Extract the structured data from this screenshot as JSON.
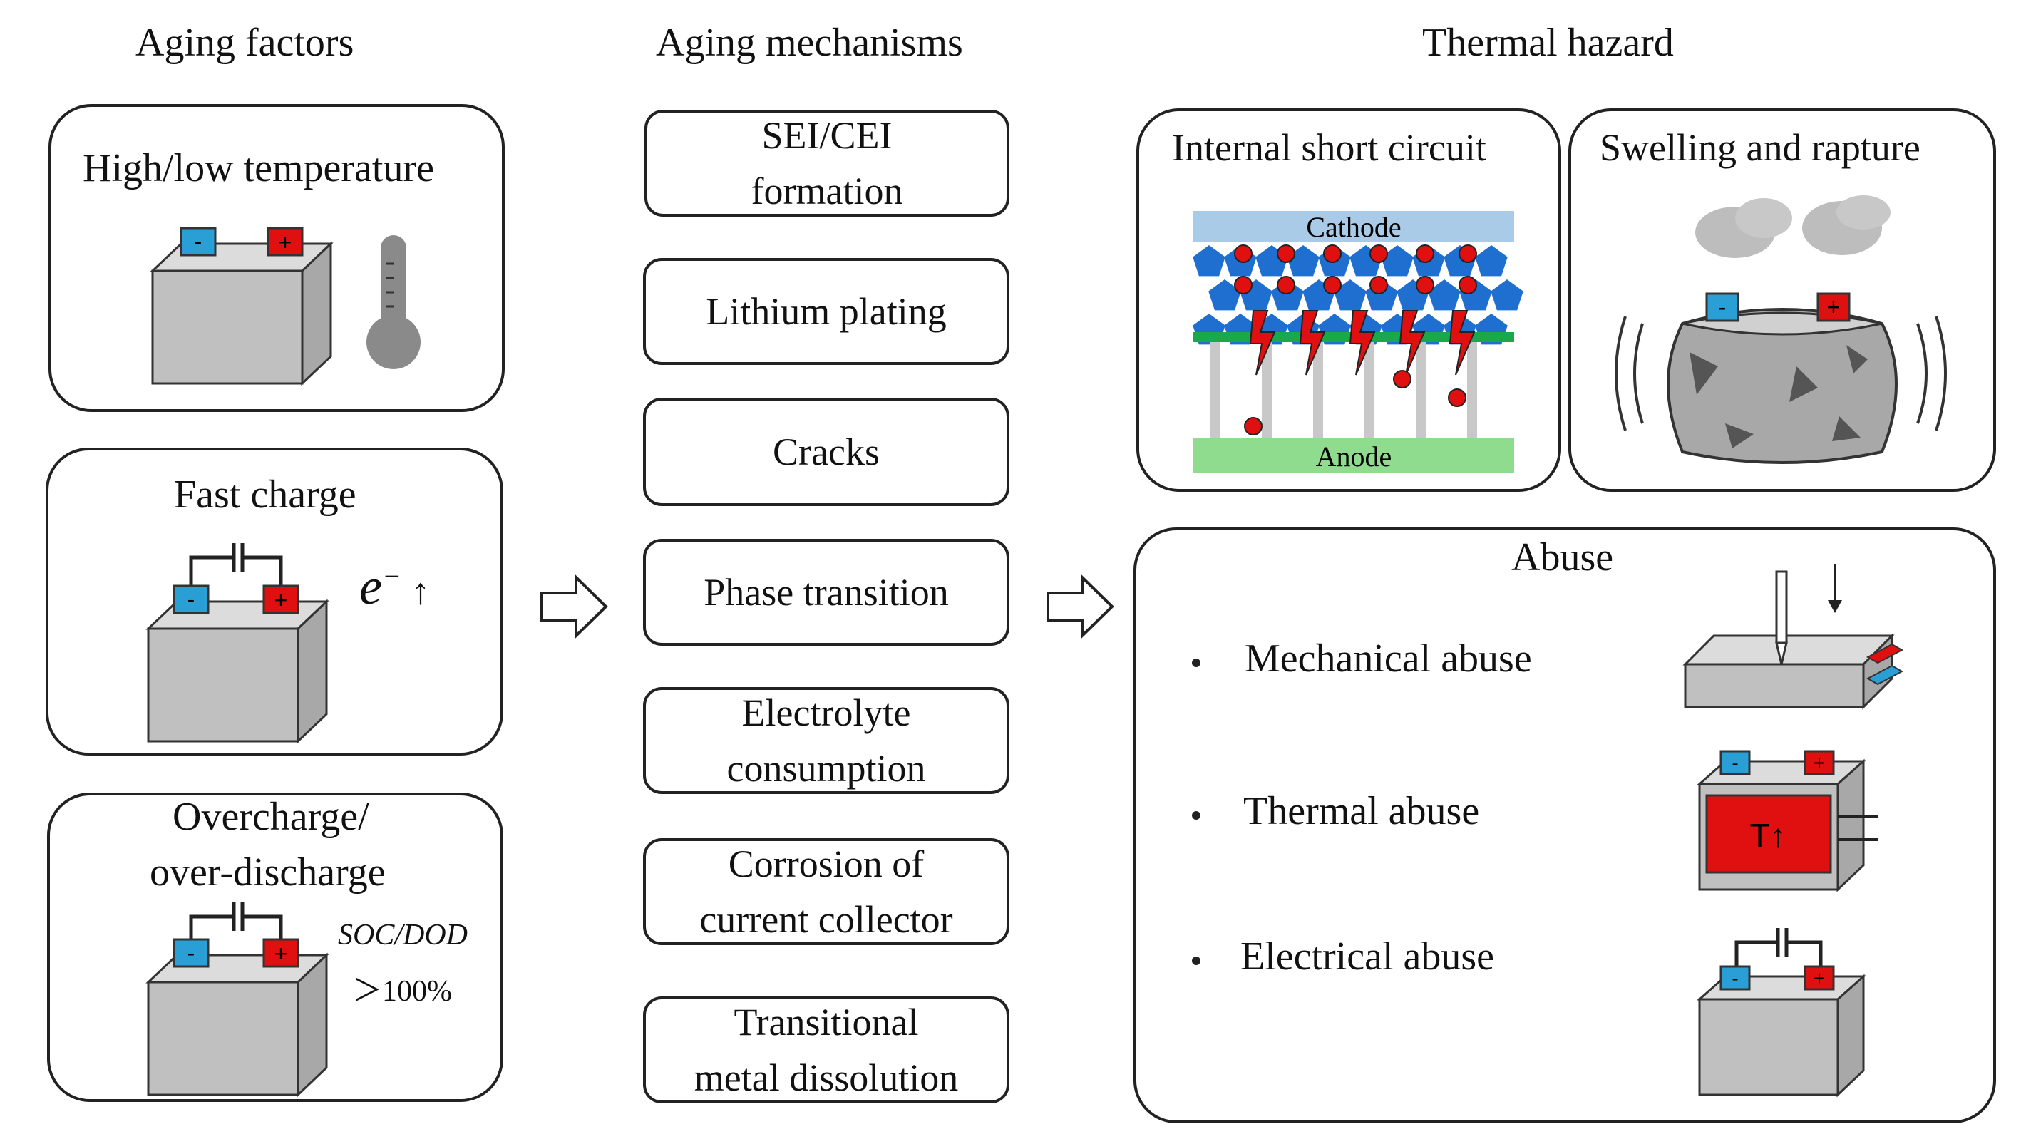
{
  "columns": {
    "factors": "Aging factors",
    "mechanisms": "Aging mechanisms",
    "hazard": "Thermal hazard"
  },
  "factors": {
    "temperature": "High/low temperature",
    "fast_charge": "Fast charge",
    "electron": "e",
    "electron_sup": "−",
    "electron_arrow": "↑",
    "overcharge_line1": "Overcharge/",
    "overcharge_line2": "over-discharge",
    "soc": "SOC/DOD",
    "soc_value": "＞100%"
  },
  "mechanisms": [
    {
      "line1": "SEI/CEI",
      "line2": "formation"
    },
    {
      "line1": "Lithium plating",
      "line2": ""
    },
    {
      "line1": "Cracks",
      "line2": ""
    },
    {
      "line1": "Phase transition",
      "line2": ""
    },
    {
      "line1": "Electrolyte",
      "line2": "consumption"
    },
    {
      "line1": "Corrosion of",
      "line2": "current collector"
    },
    {
      "line1": "Transitional",
      "line2": "metal dissolution"
    }
  ],
  "hazard": {
    "short_circuit": "Internal short circuit",
    "cathode": "Cathode",
    "anode": "Anode",
    "swelling": "Swelling and rapture",
    "abuse": "Abuse",
    "mechanical": "Mechanical abuse",
    "thermal": "Thermal abuse",
    "thermal_label": "T↑",
    "electrical": "Electrical abuse"
  },
  "symbols": {
    "minus": "-",
    "plus": "+"
  },
  "colors": {
    "minus_terminal": "#2a9fd6",
    "plus_terminal": "#e01010",
    "battery_body": "#c0c0c0",
    "cathode": "#a9cbe8",
    "anode": "#8fdc8f",
    "separator": "#19a84a",
    "pentagon": "#1f6fd1",
    "particle": "#e01010"
  },
  "icons": [
    "battery-icon",
    "thermometer-icon",
    "right-arrow-icon",
    "lightning-icon",
    "smoke-icon",
    "nail-icon"
  ]
}
